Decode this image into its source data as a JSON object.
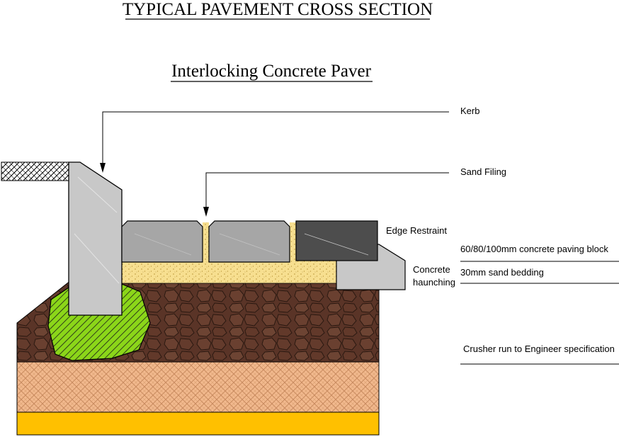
{
  "titles": {
    "main": "TYPICAL PAVEMENT CROSS SECTION",
    "sub": "Interlocking Concrete Paver"
  },
  "labels": {
    "kerb": "Kerb",
    "sand_filing": "Sand Filing",
    "edge_restraint": "Edge Restraint",
    "concrete_haunching_line1": "Concrete",
    "concrete_haunching_line2": "haunching",
    "paving_block": "60/80/100mm concrete paving block",
    "sand_bedding": "30mm sand bedding",
    "crusher_run": "Crusher run to Engineer specification"
  },
  "colors": {
    "kerb": "#c8c8c8",
    "paver": "#a6a6a6",
    "edge_restraint_block": "#4d4d4d",
    "haunching": "#c8c8c8",
    "sand": "#f7df90",
    "crusher_run": "#5a3427",
    "green_fill": "#8bd619",
    "subbase": "#f2b98e",
    "subgrade": "#ffc000"
  }
}
